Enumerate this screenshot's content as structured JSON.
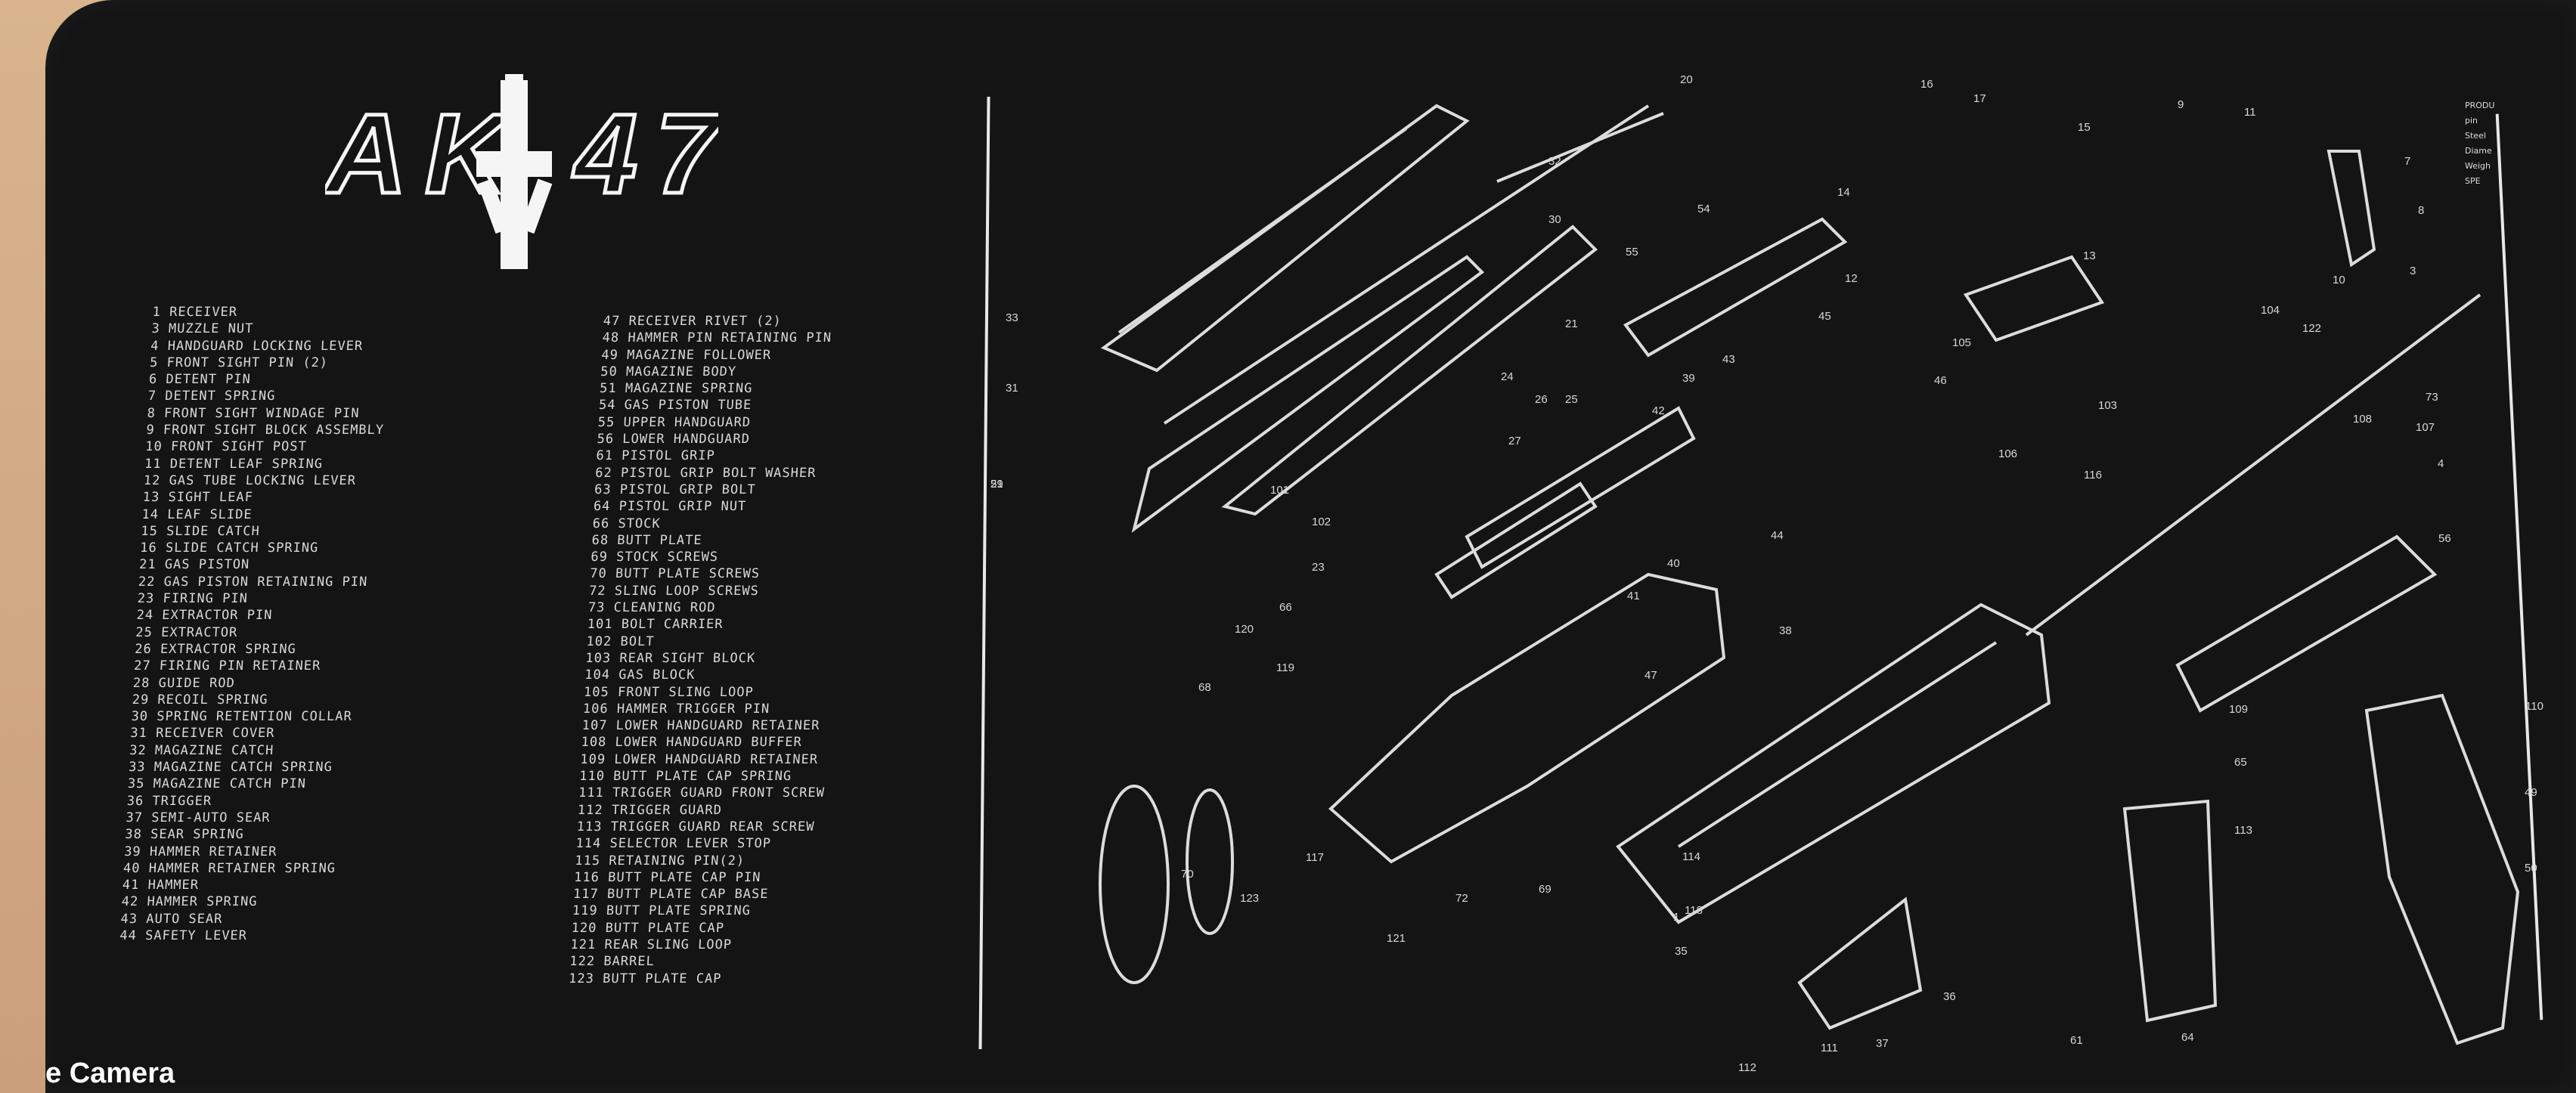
{
  "title": "AK 47",
  "parts_left": [
    "1 RECEIVER",
    "3 MUZZLE NUT",
    "4 HANDGUARD LOCKING LEVER",
    "5 FRONT SIGHT PIN (2)",
    "6 DETENT PIN",
    "7 DETENT SPRING",
    "8 FRONT SIGHT WINDAGE PIN",
    "9 FRONT SIGHT BLOCK ASSEMBLY",
    "10 FRONT SIGHT POST",
    "11 DETENT LEAF SPRING",
    "12 GAS TUBE LOCKING LEVER",
    "13 SIGHT LEAF",
    "14 LEAF SLIDE",
    "15 SLIDE CATCH",
    "16 SLIDE CATCH SPRING",
    "21 GAS PISTON",
    "22 GAS PISTON RETAINING PIN",
    "23 FIRING PIN",
    "24 EXTRACTOR PIN",
    "25 EXTRACTOR",
    "26 EXTRACTOR SPRING",
    "27 FIRING PIN RETAINER",
    "28 GUIDE ROD",
    "29 RECOIL SPRING",
    "30 SPRING RETENTION COLLAR",
    "31 RECEIVER COVER",
    "32 MAGAZINE CATCH",
    "33 MAGAZINE CATCH SPRING",
    "35 MAGAZINE CATCH PIN",
    "36 TRIGGER",
    "37 SEMI-AUTO SEAR",
    "38 SEAR SPRING",
    "39 HAMMER RETAINER",
    "40 HAMMER RETAINER SPRING",
    "41 HAMMER",
    "42 HAMMER SPRING",
    "43 AUTO SEAR",
    "44 SAFETY LEVER"
  ],
  "parts_right": [
    "47 RECEIVER RIVET (2)",
    "48 HAMMER PIN RETAINING PIN",
    "49 MAGAZINE FOLLOWER",
    "50 MAGAZINE BODY",
    "51 MAGAZINE SPRING",
    "54 GAS PISTON TUBE",
    "55 UPPER HANDGUARD",
    "56 LOWER HANDGUARD",
    "61 PISTOL GRIP",
    "62 PISTOL GRIP BOLT WASHER",
    "63 PISTOL GRIP BOLT",
    "64 PISTOL GRIP NUT",
    "66 STOCK",
    "68 BUTT PLATE",
    "69 STOCK SCREWS",
    "70 BUTT PLATE SCREWS",
    "72 SLING LOOP SCREWS",
    "73 CLEANING ROD",
    "101 BOLT CARRIER",
    "102 BOLT",
    "103 REAR SIGHT BLOCK",
    "104 GAS BLOCK",
    "105 FRONT SLING LOOP",
    "106 HAMMER TRIGGER PIN",
    "107 LOWER HANDGUARD RETAINER",
    "108 LOWER HANDGUARD BUFFER",
    "109 LOWER HANDGUARD RETAINER",
    "110 BUTT PLATE CAP SPRING",
    "111 TRIGGER GUARD FRONT SCREW",
    "112 TRIGGER GUARD",
    "113 TRIGGER GUARD REAR SCREW",
    "114 SELECTOR LEVER STOP",
    "115 RETAINING PIN(2)",
    "116 BUTT PLATE CAP PIN",
    "117 BUTT PLATE CAP BASE",
    "119 BUTT PLATE SPRING",
    "120 BUTT PLATE CAP",
    "121 REAR SLING LOOP",
    "122 BARREL",
    "123 BUTT PLATE CAP"
  ],
  "callouts": [
    "29",
    "33",
    "31",
    "20",
    "32",
    "30",
    "21",
    "101",
    "102",
    "23",
    "24",
    "27",
    "26",
    "25",
    "54",
    "55",
    "16",
    "17",
    "15",
    "14",
    "12",
    "105",
    "13",
    "11",
    "9",
    "7",
    "8",
    "10",
    "3",
    "104",
    "103",
    "122",
    "73",
    "108",
    "107",
    "4",
    "56",
    "42",
    "43",
    "39",
    "41",
    "40",
    "38",
    "45",
    "46",
    "106",
    "44",
    "116",
    "109",
    "65",
    "47",
    "66",
    "120",
    "119",
    "68",
    "70",
    "123",
    "118",
    "117",
    "121",
    "72",
    "69",
    "1",
    "114",
    "35",
    "36",
    "37",
    "111",
    "112",
    "113",
    "61",
    "64",
    "110",
    "49",
    "50",
    "51"
  ],
  "side_panel": [
    "PRODU",
    "pin",
    "Steel",
    "Diame",
    "Weigh",
    "SPE"
  ],
  "bottom_text": "e Camera"
}
